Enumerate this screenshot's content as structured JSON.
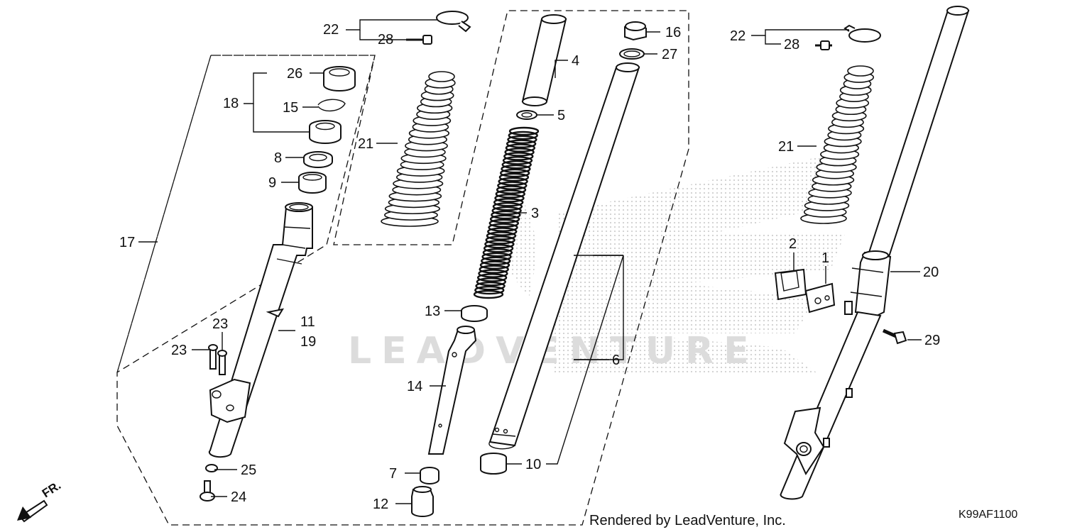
{
  "diagram": {
    "labels": [
      {
        "num": "22"
      },
      {
        "num": "28"
      },
      {
        "num": "26"
      },
      {
        "num": "18"
      },
      {
        "num": "15"
      },
      {
        "num": "8"
      },
      {
        "num": "9"
      },
      {
        "num": "21"
      },
      {
        "num": "17"
      },
      {
        "num": "11"
      },
      {
        "num": "19"
      },
      {
        "num": "23"
      },
      {
        "num": "23"
      },
      {
        "num": "25"
      },
      {
        "num": "24"
      },
      {
        "num": "4"
      },
      {
        "num": "5"
      },
      {
        "num": "3"
      },
      {
        "num": "13"
      },
      {
        "num": "14"
      },
      {
        "num": "7"
      },
      {
        "num": "12"
      },
      {
        "num": "16"
      },
      {
        "num": "27"
      },
      {
        "num": "6"
      },
      {
        "num": "10"
      },
      {
        "num": "22"
      },
      {
        "num": "28"
      },
      {
        "num": "21"
      },
      {
        "num": "2"
      },
      {
        "num": "1"
      },
      {
        "num": "20"
      },
      {
        "num": "29"
      }
    ],
    "watermark": "LEADVENTURE",
    "direction_label": "FR.",
    "footer_text": "Rendered by LeadVenture, Inc.",
    "diagram_code": "K99AF1100"
  }
}
